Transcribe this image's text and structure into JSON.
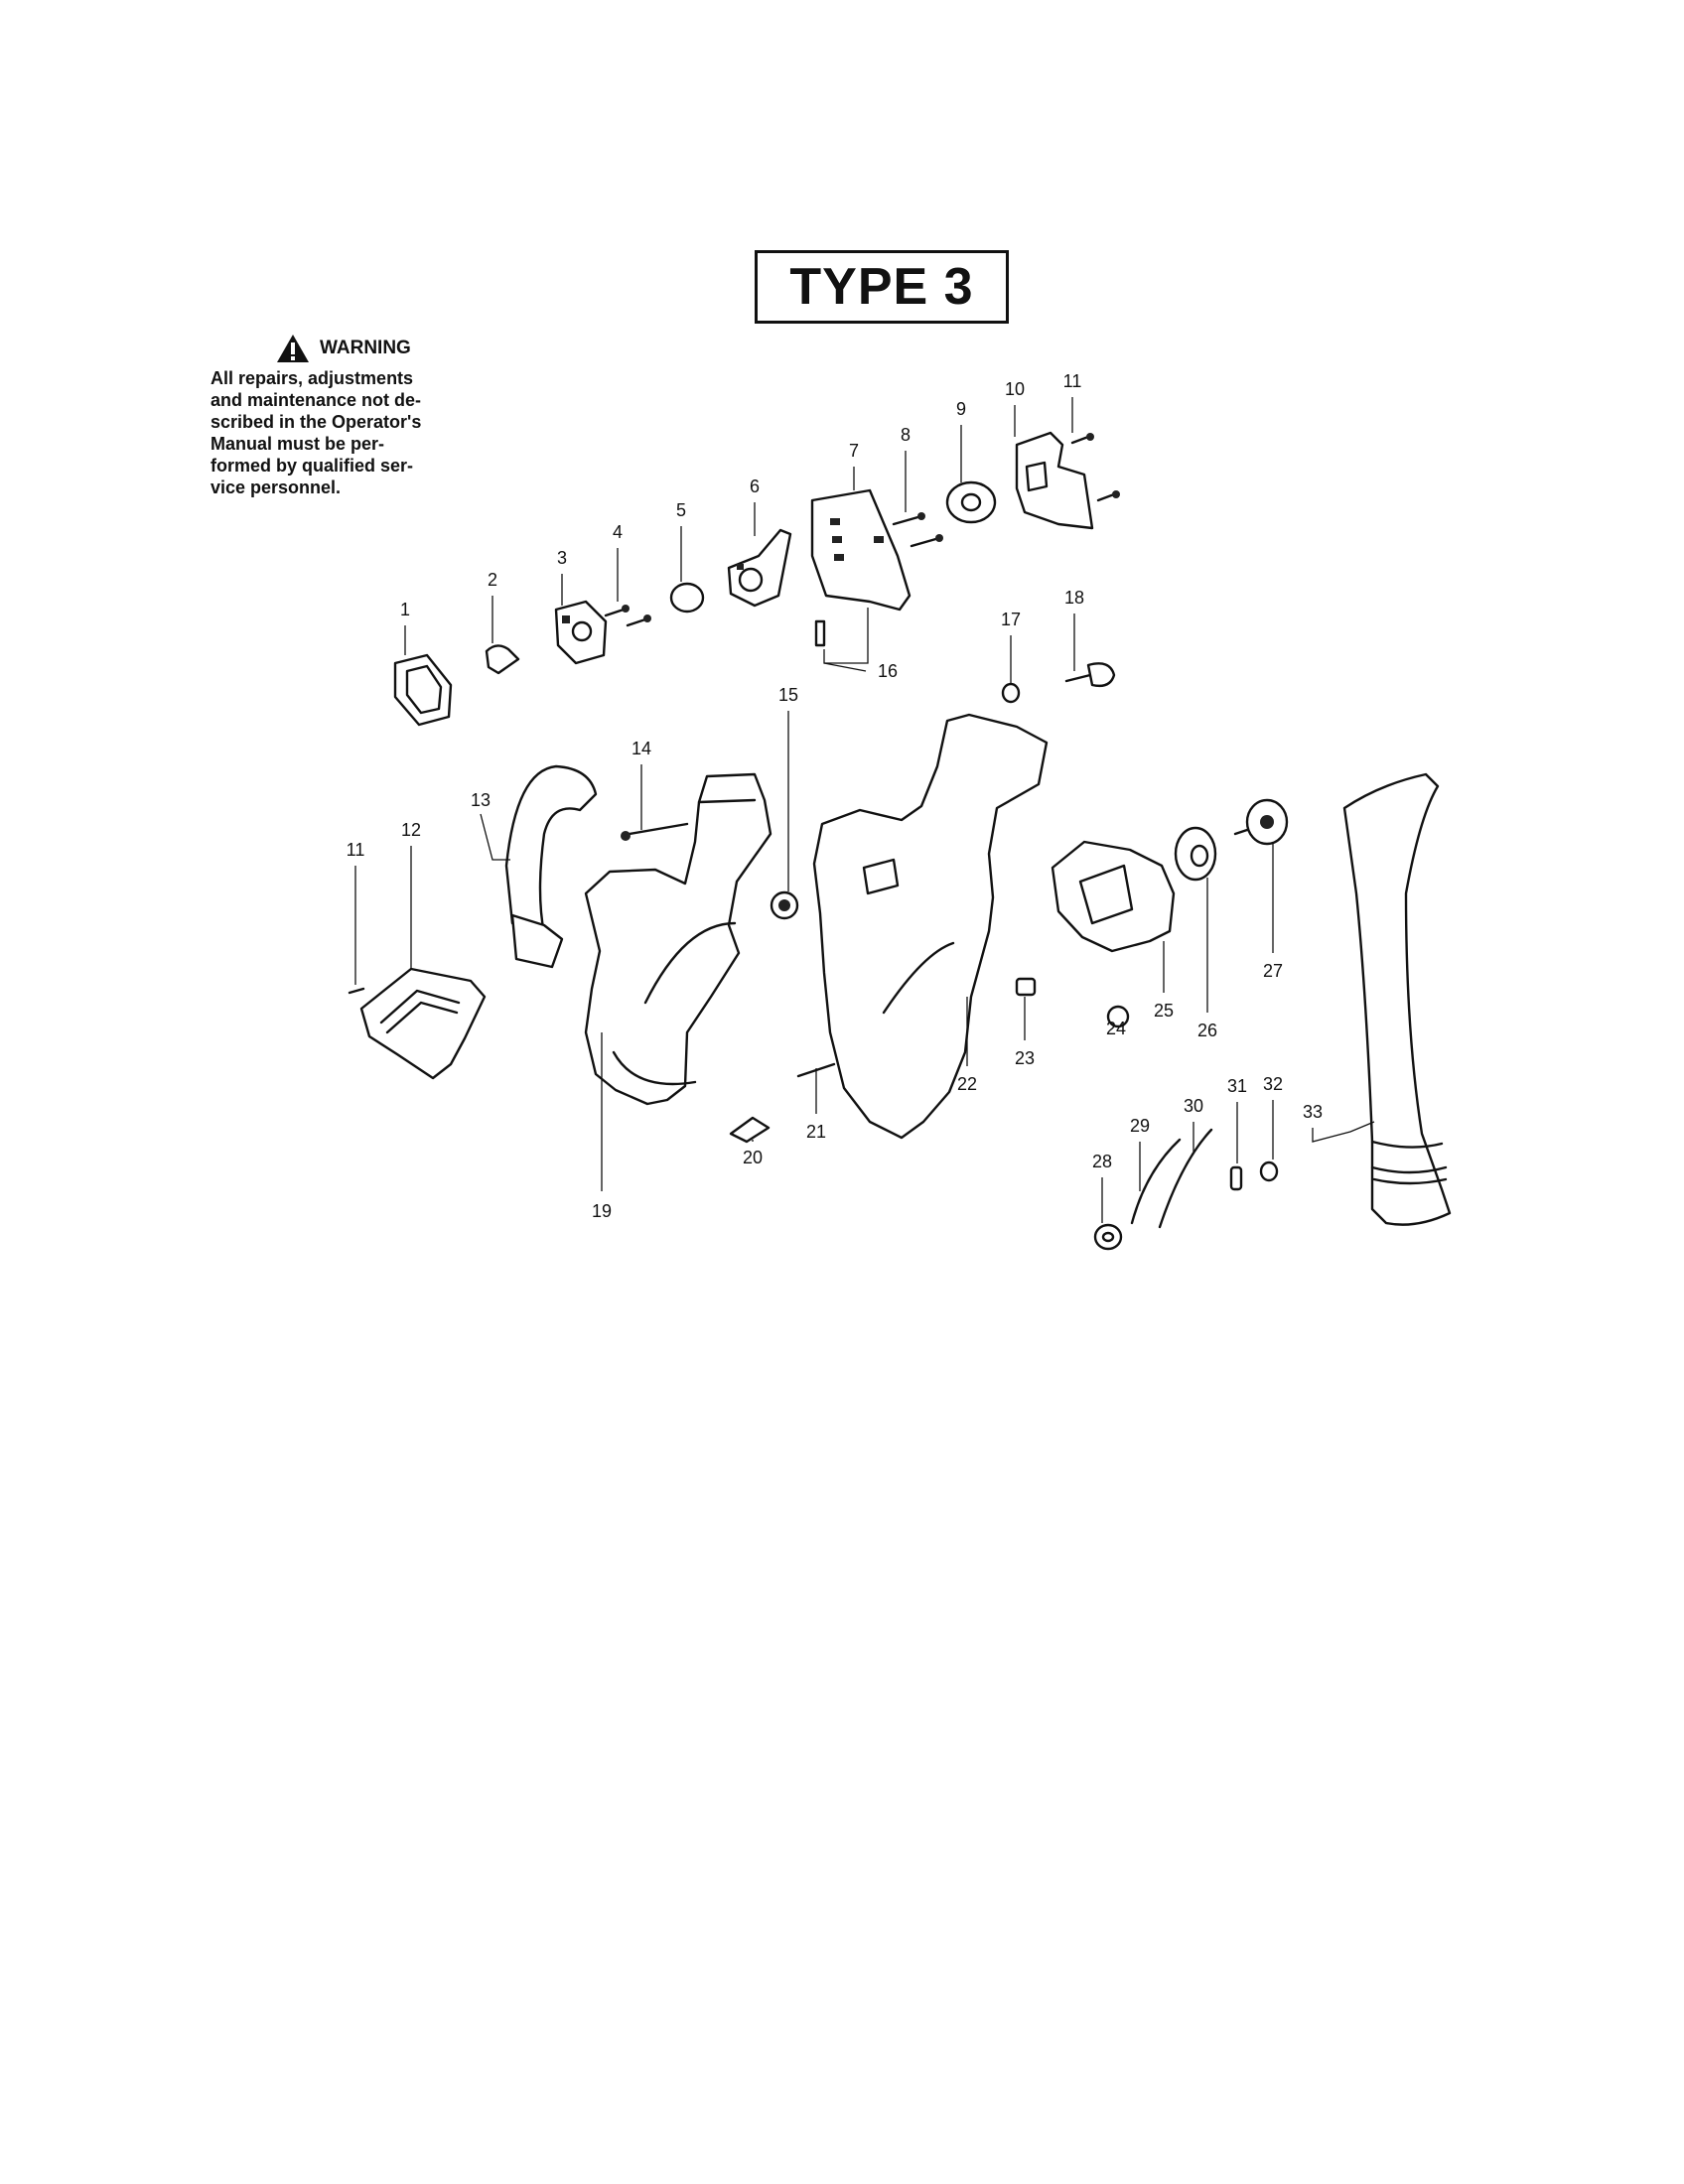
{
  "title": "TYPE 3",
  "warning": {
    "heading": "WARNING",
    "lines": [
      "All repairs, adjustments",
      "and maintenance not de-",
      "scribed in the Operator's",
      "Manual must be per-",
      "formed by qualified ser-",
      "vice personnel."
    ]
  },
  "callouts": {
    "c1": "1",
    "c2": "2",
    "c3": "3",
    "c4": "4",
    "c5": "5",
    "c6": "6",
    "c7": "7",
    "c8": "8",
    "c9": "9",
    "c10": "10",
    "c11a": "11",
    "c11b": "11",
    "c12": "12",
    "c13": "13",
    "c14": "14",
    "c15": "15",
    "c16": "16",
    "c17": "17",
    "c18": "18",
    "c19": "19",
    "c20": "20",
    "c21": "21",
    "c22": "22",
    "c23": "23",
    "c24": "24",
    "c25": "25",
    "c26": "26",
    "c27": "27",
    "c28": "28",
    "c29": "29",
    "c30": "30",
    "c31": "31",
    "c32": "32",
    "c33": "33"
  }
}
